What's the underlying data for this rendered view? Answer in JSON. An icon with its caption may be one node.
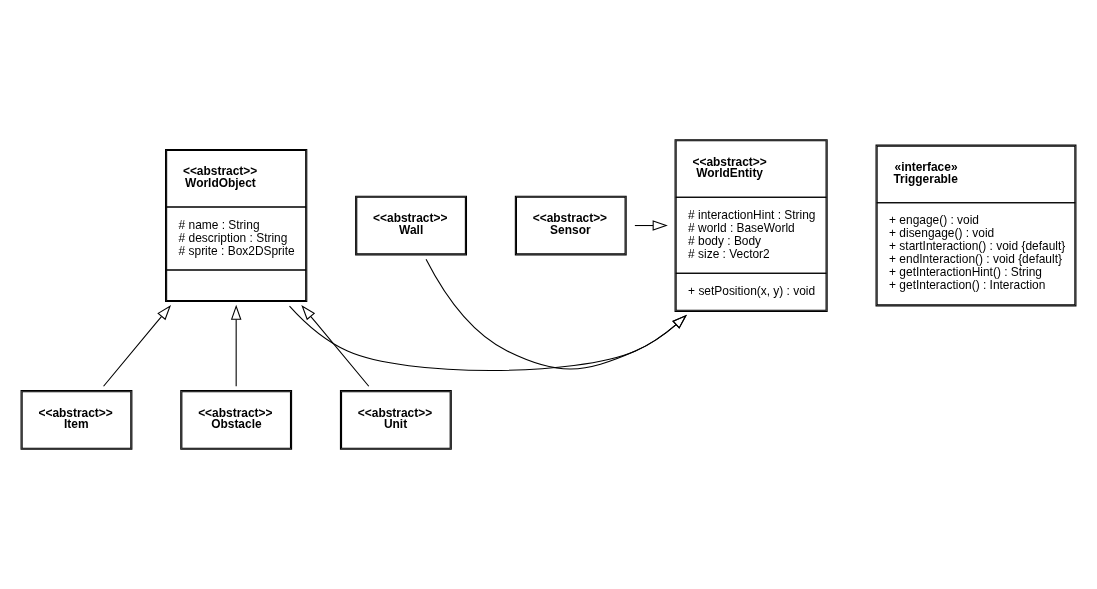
{
  "diagram": {
    "nodes": [
      {
        "text": [
          "<<abstract>>",
          "WorldObject",
          "# name : String",
          "# description : String",
          "# sprite : Box2DSprite"
        ]
      },
      {
        "text": [
          "<<abstract>>",
          "WorldEntity",
          "# interactionHint : String",
          "# world : BaseWorld",
          "# body : Body",
          "# size : Vector2",
          "+ setPosition(x, y) : void"
        ]
      },
      {
        "text": [
          "<<abstract>>",
          "Wall"
        ]
      },
      {
        "text": [
          "<<abstract>>",
          "Sensor"
        ]
      },
      {
        "text": [
          "«interface»",
          "Triggerable",
          "+ engage() : void",
          "+ disengage() : void",
          "+ startInteraction() : void {default}",
          "+ endInteraction() : void {default}",
          "+ getInteractionHint() : String",
          "+ getInteraction() : Interaction"
        ]
      },
      {
        "text": [
          "<<abstract>>",
          "Item"
        ]
      },
      {
        "text": [
          "<<abstract>>",
          "Obstacle"
        ]
      },
      {
        "text": [
          "<<abstract>>",
          "Unit"
        ]
      }
    ],
    "edges": [
      {
        "from": 0,
        "to": 1,
        "arrow": "to"
      },
      {
        "from": 2,
        "to": 1,
        "arrow": "to"
      },
      {
        "from": 3,
        "to": 1,
        "arrow": "to"
      },
      {
        "from": 5,
        "to": 0,
        "arrow": "to"
      },
      {
        "from": 6,
        "to": 0,
        "arrow": "to"
      },
      {
        "from": 7,
        "to": 0,
        "arrow": "to"
      }
    ]
  }
}
